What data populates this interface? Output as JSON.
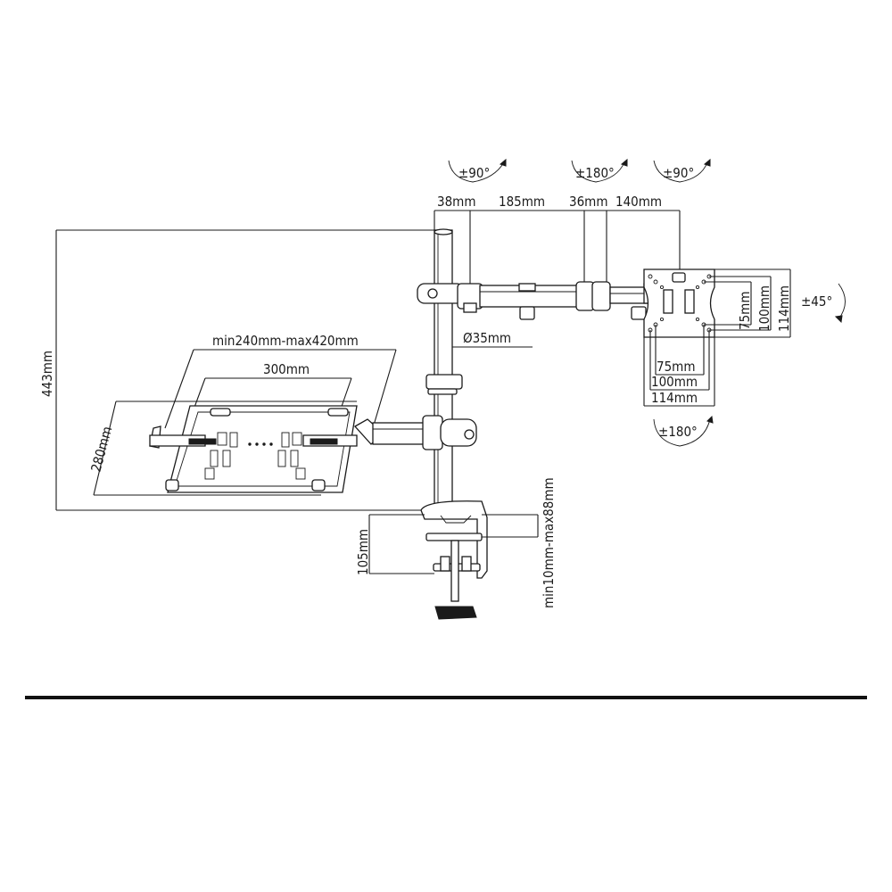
{
  "labels": {
    "rot_left": "±90°",
    "rot_mid": "±180°",
    "rot_right": "±90°",
    "dim_38": "38mm",
    "dim_185": "185mm",
    "dim_36": "36mm",
    "dim_140": "140mm",
    "dim_443": "443mm",
    "dim_pole": "Ø35mm",
    "dim_tray_range": "min240mm-max420mm",
    "dim_300": "300mm",
    "dim_280": "280mm",
    "tilt": "±45°",
    "vesa_v75": "75mm",
    "vesa_v100": "100mm",
    "vesa_v114": "114mm",
    "vesa_h75": "75mm",
    "vesa_h100": "100mm",
    "vesa_h114": "114mm",
    "swivel": "±180°",
    "dim_105": "105mm",
    "dim_clamp": "min10mm-max88mm"
  }
}
